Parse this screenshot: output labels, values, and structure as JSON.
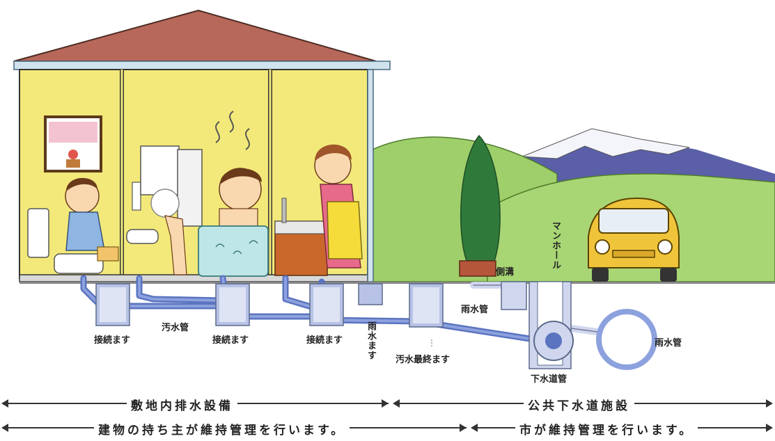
{
  "labels": {
    "connection_basin": "接続ます",
    "sewage_pipe": "汚水管",
    "stormwater_basin": "雨水ます",
    "final_sewage_basin": "汚水最終ます",
    "stormwater_pipe": "雨水管",
    "side_ditch": "側溝",
    "manhole": "マンホール",
    "sewer_main": "下水道管"
  },
  "legend": {
    "private_facilities": "敷地内排水設備",
    "public_facilities": "公共下水道施設",
    "owner_maintains": "建物の持ち主が維持管理を行います。",
    "city_maintains": "市が維持管理を行います。"
  },
  "colors": {
    "roof": "#b8685a",
    "wall": "#f3e97a",
    "hill": "#9fcf6a",
    "mountain": "#5a5fa8",
    "pipe": "#5b74c0",
    "basin": "#b7c2e6",
    "car": "#f0c43a"
  }
}
